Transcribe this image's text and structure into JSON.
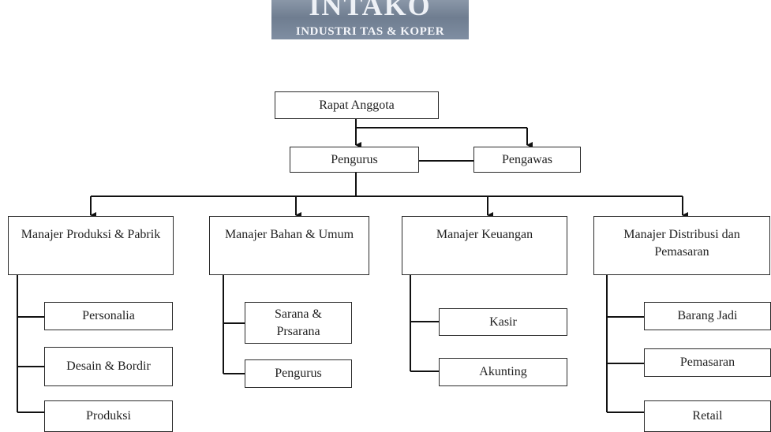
{
  "logo": {
    "name": "INTAKO",
    "tagline": "INDUSTRI TAS & KOPER"
  },
  "chart": {
    "top": "Rapat Anggota",
    "board": "Pengurus",
    "supervisor": "Pengawas",
    "managers": [
      {
        "title": "Manajer Produksi & Pabrik",
        "units": [
          "Personalia",
          "Desain & Bordir",
          "Produksi"
        ]
      },
      {
        "title": "Manajer Bahan & Umum",
        "units": [
          "Sarana & Prsarana",
          "Pengurus"
        ]
      },
      {
        "title": "Manajer Keuangan",
        "units": [
          "Kasir",
          "Akunting"
        ]
      },
      {
        "title": "Manajer Distribusi dan Pemasaran",
        "units": [
          "Barang Jadi",
          "Pemasaran",
          "Retail"
        ]
      }
    ]
  }
}
